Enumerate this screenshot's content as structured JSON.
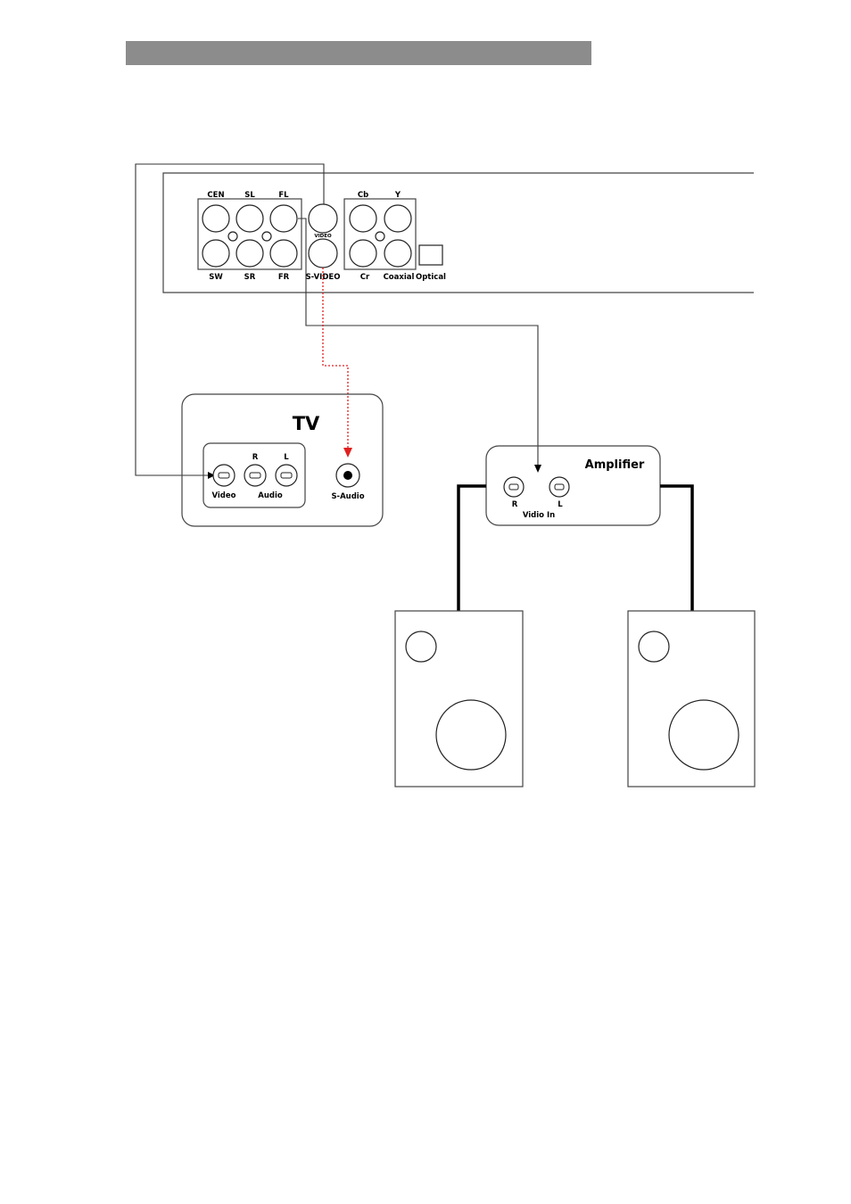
{
  "dvd_panel": {
    "labels_top": [
      "CEN",
      "SL",
      "FL",
      "Cb",
      "Y"
    ],
    "labels_bottom": [
      "SW",
      "SR",
      "FR",
      "S-VIDEO",
      "Cr",
      "Coaxial",
      "Optical"
    ],
    "video_label": "VIDEO"
  },
  "tv": {
    "title": "TV",
    "channel_r": "R",
    "channel_l": "L",
    "video_label": "Video",
    "audio_label": "Audio",
    "s_audio_label": "S-Audio"
  },
  "amplifier": {
    "title": "Amplifier",
    "channel_r": "R",
    "channel_l": "L",
    "input_label": "Vidio In"
  },
  "colors": {
    "title_bar": "#8c8c8c",
    "s_video_wire": "#e02020"
  }
}
